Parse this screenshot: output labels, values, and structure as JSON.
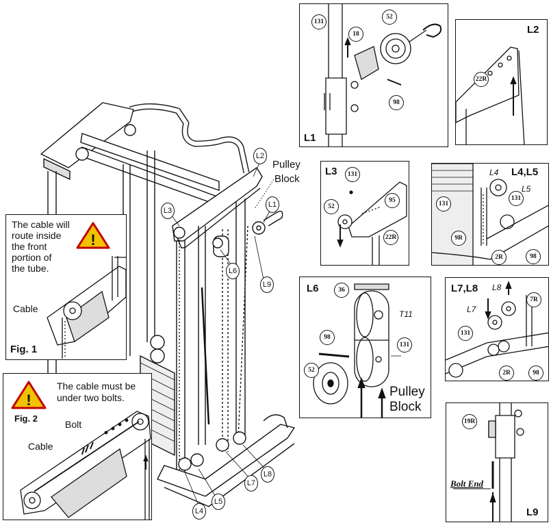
{
  "main": {
    "step_labels": [
      "L1",
      "L2",
      "L3",
      "L4",
      "L5",
      "L6",
      "L7",
      "L8",
      "L9"
    ],
    "pulley_block_line1": "Pulley",
    "pulley_block_line2": "Block"
  },
  "fig1": {
    "note_lines": [
      "The cable will",
      "route inside",
      "the front",
      "portion of",
      "the tube."
    ],
    "cable_label": "Cable",
    "fig_label": "Fig. 1"
  },
  "fig2": {
    "note_lines": [
      "The cable must be",
      "under two bolts."
    ],
    "bolt_label": "Bolt",
    "cable_label": "Cable",
    "fig_label": "Fig. 2"
  },
  "panel_l1": {
    "label": "L1",
    "parts": [
      "131",
      "52",
      "18",
      "98"
    ]
  },
  "panel_l2": {
    "label": "L2",
    "parts": [
      "22R"
    ]
  },
  "panel_l3": {
    "label": "L3",
    "parts": [
      "131",
      "95",
      "52",
      "22R"
    ]
  },
  "panel_l45": {
    "label": "L4,L5",
    "italics": [
      "L4",
      "L5"
    ],
    "parts": [
      "131",
      "131",
      "9R",
      "2R",
      "98"
    ]
  },
  "panel_l6": {
    "label": "L6",
    "parts": [
      "36",
      "98",
      "131",
      "52"
    ],
    "italic": "T11",
    "pulley_line1": "Pulley",
    "pulley_line2": "Block"
  },
  "panel_l78": {
    "label": "L7,L8",
    "italics": [
      "L8",
      "L7"
    ],
    "parts": [
      "7R",
      "131",
      "2R",
      "98"
    ]
  },
  "panel_l9": {
    "label": "L9",
    "parts": [
      "19R"
    ],
    "bolt_end": "Bolt End"
  }
}
